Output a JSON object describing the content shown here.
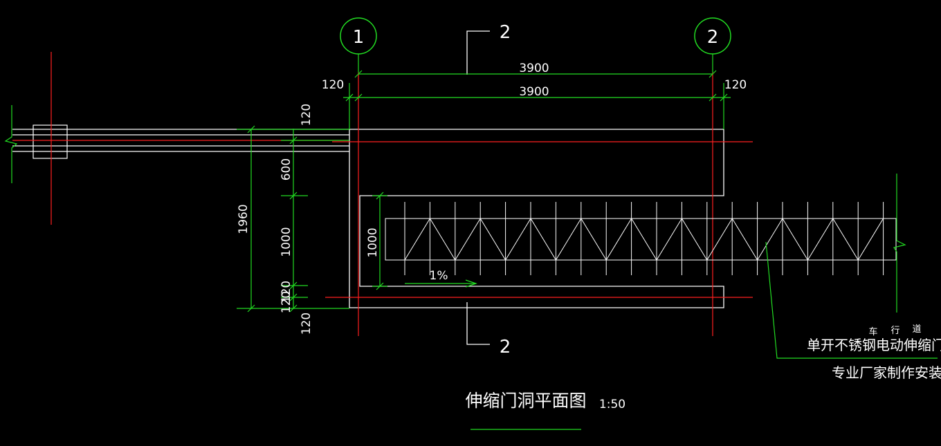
{
  "drawing": {
    "title": "伸缩门洞平面图",
    "scale": "1:50",
    "axes": [
      "1",
      "2"
    ],
    "section_marks": [
      "2",
      "2"
    ],
    "dims": {
      "top_span": "3900",
      "inner_span": "3900",
      "left_ext": "120",
      "right_ext": "120",
      "total_height": "1960",
      "seg_top": "120",
      "seg_600": "600",
      "seg_1000": "1000",
      "seg_120a": "120",
      "seg_120b": "120",
      "bottom": "120",
      "track_width": "1000"
    },
    "slope": "1%",
    "lane_label": "车行道",
    "notes": [
      "单开不锈钢电动伸缩门",
      "专业厂家制作安装"
    ]
  }
}
